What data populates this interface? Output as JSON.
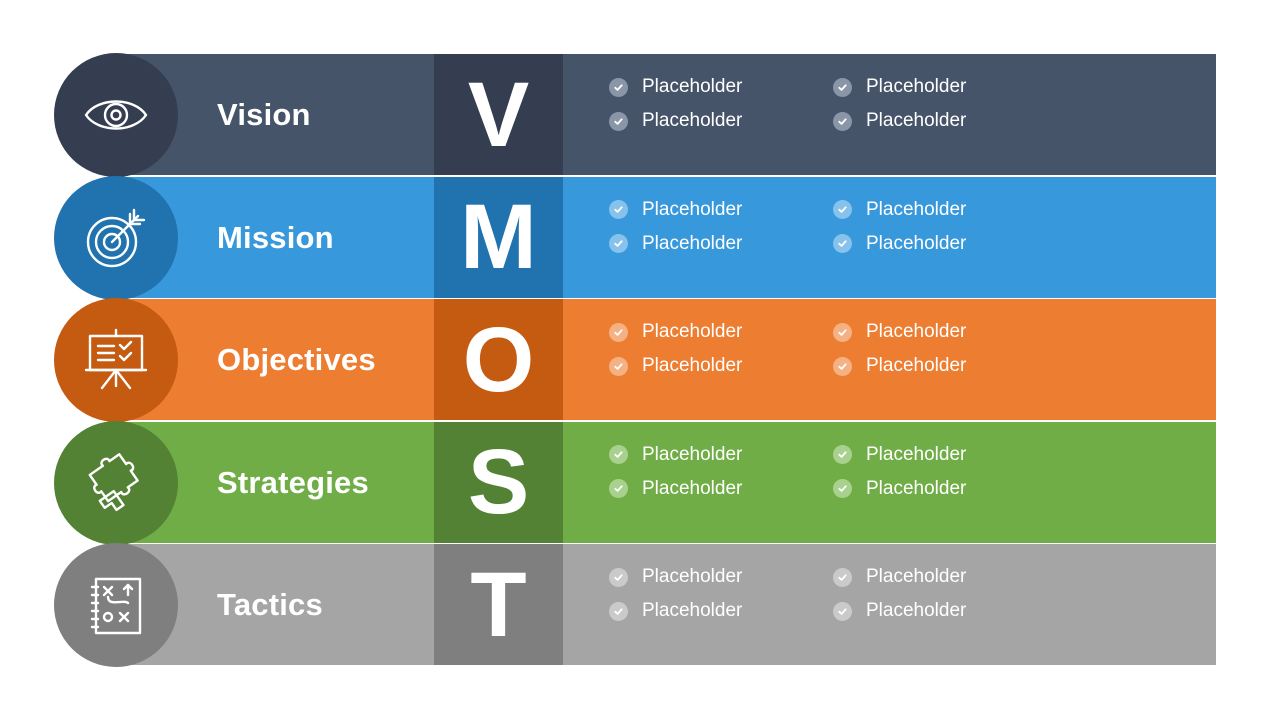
{
  "rows": [
    {
      "key": "vision",
      "title": "Vision",
      "letter": "V",
      "icon": "eye-icon",
      "colors": {
        "band": "#465469",
        "dark": "#343E50",
        "check": "#8A96A8"
      },
      "bullets": [
        "Placeholder",
        "Placeholder",
        "Placeholder",
        "Placeholder"
      ]
    },
    {
      "key": "mission",
      "title": "Mission",
      "letter": "M",
      "icon": "target-icon",
      "colors": {
        "band": "#3798DC",
        "dark": "#2173B0",
        "check": "#86C2EC"
      },
      "bullets": [
        "Placeholder",
        "Placeholder",
        "Placeholder",
        "Placeholder"
      ]
    },
    {
      "key": "objectives",
      "title": "Objectives",
      "letter": "O",
      "icon": "presentation-board-icon",
      "colors": {
        "band": "#ED7D31",
        "dark": "#C55A11",
        "check": "#F4B183"
      },
      "bullets": [
        "Placeholder",
        "Placeholder",
        "Placeholder",
        "Placeholder"
      ]
    },
    {
      "key": "strategies",
      "title": "Strategies",
      "letter": "S",
      "icon": "puzzle-icon",
      "colors": {
        "band": "#70AD47",
        "dark": "#548235",
        "check": "#A9D18E"
      },
      "bullets": [
        "Placeholder",
        "Placeholder",
        "Placeholder",
        "Placeholder"
      ]
    },
    {
      "key": "tactics",
      "title": "Tactics",
      "letter": "T",
      "icon": "tactics-board-icon",
      "colors": {
        "band": "#A5A5A5",
        "dark": "#7F7F7F",
        "check": "#CACACA"
      },
      "bullets": [
        "Placeholder",
        "Placeholder",
        "Placeholder",
        "Placeholder"
      ]
    }
  ]
}
